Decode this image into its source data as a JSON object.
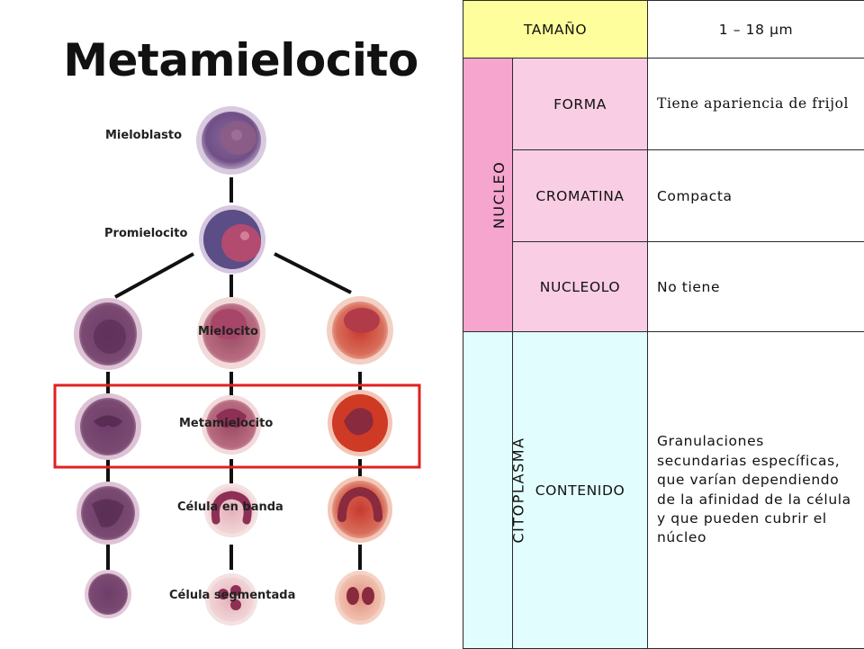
{
  "title": "Metamielocito",
  "stages": {
    "mieloblasto": "Mieloblasto",
    "promielocito": "Promielocito",
    "mielocito": "Mielocito",
    "metamielocito": "Metamielocito",
    "banda": "Célula en banda",
    "segmentada": "Célula segmentada"
  },
  "table": {
    "size_label": "TAMAÑO",
    "size_value": "1 – 18 µm",
    "nucleus_label": "NUCLEO",
    "forma_label": "FORMA",
    "forma_value": "Tiene apariencia de frijol",
    "cromatina_label": "CROMATINA",
    "cromatina_value": "Compacta",
    "nucleolo_label": "NUCLEOLO",
    "nucleolo_value": "No tiene",
    "cytoplasm_label": "CITOPLASMA",
    "contenido_label": "CONTENIDO",
    "contenido_value": "Granulaciones secundarias específicas, que varían dependiendo de la afinidad de la célula y que pueden cubrir el núcleo"
  },
  "colors": {
    "highlight_box": "#e02020",
    "size_label_bg": "#fefe9c",
    "nucleus_bg": "#f9cde4",
    "nucleus_side_bg": "#f6a5cf",
    "cytoplasm_bg": "#e2fdfd"
  }
}
